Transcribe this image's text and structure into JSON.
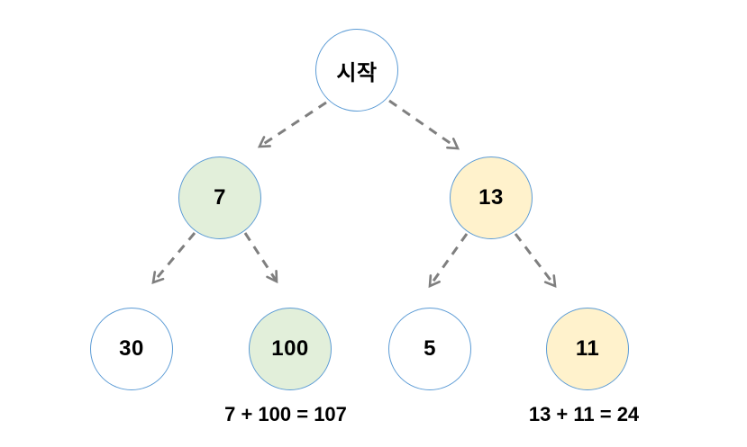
{
  "colors": {
    "node_border": "#5b9bd5",
    "green_fill": "#e2efda",
    "yellow_fill": "#fff2cc",
    "white_fill": "#ffffff",
    "arrow": "#7f7f7f",
    "text": "#000000",
    "background": "#ffffff"
  },
  "nodes": [
    {
      "id": "start",
      "label": "시작",
      "fill": "#ffffff"
    },
    {
      "id": "left",
      "label": "7",
      "fill": "#e2efda"
    },
    {
      "id": "right",
      "label": "13",
      "fill": "#fff2cc"
    },
    {
      "id": "left-left",
      "label": "30",
      "fill": "#ffffff"
    },
    {
      "id": "left-right",
      "label": "100",
      "fill": "#e2efda"
    },
    {
      "id": "right-left",
      "label": "5",
      "fill": "#ffffff"
    },
    {
      "id": "right-right",
      "label": "11",
      "fill": "#fff2cc"
    }
  ],
  "edges": [
    {
      "from": "start",
      "to": "7"
    },
    {
      "from": "start",
      "to": "13"
    },
    {
      "from": "7",
      "to": "30"
    },
    {
      "from": "7",
      "to": "100"
    },
    {
      "from": "13",
      "to": "5"
    },
    {
      "from": "13",
      "to": "11"
    }
  ],
  "captions": [
    {
      "text": "7 + 100 = 107"
    },
    {
      "text": "13 + 11 = 24"
    }
  ]
}
